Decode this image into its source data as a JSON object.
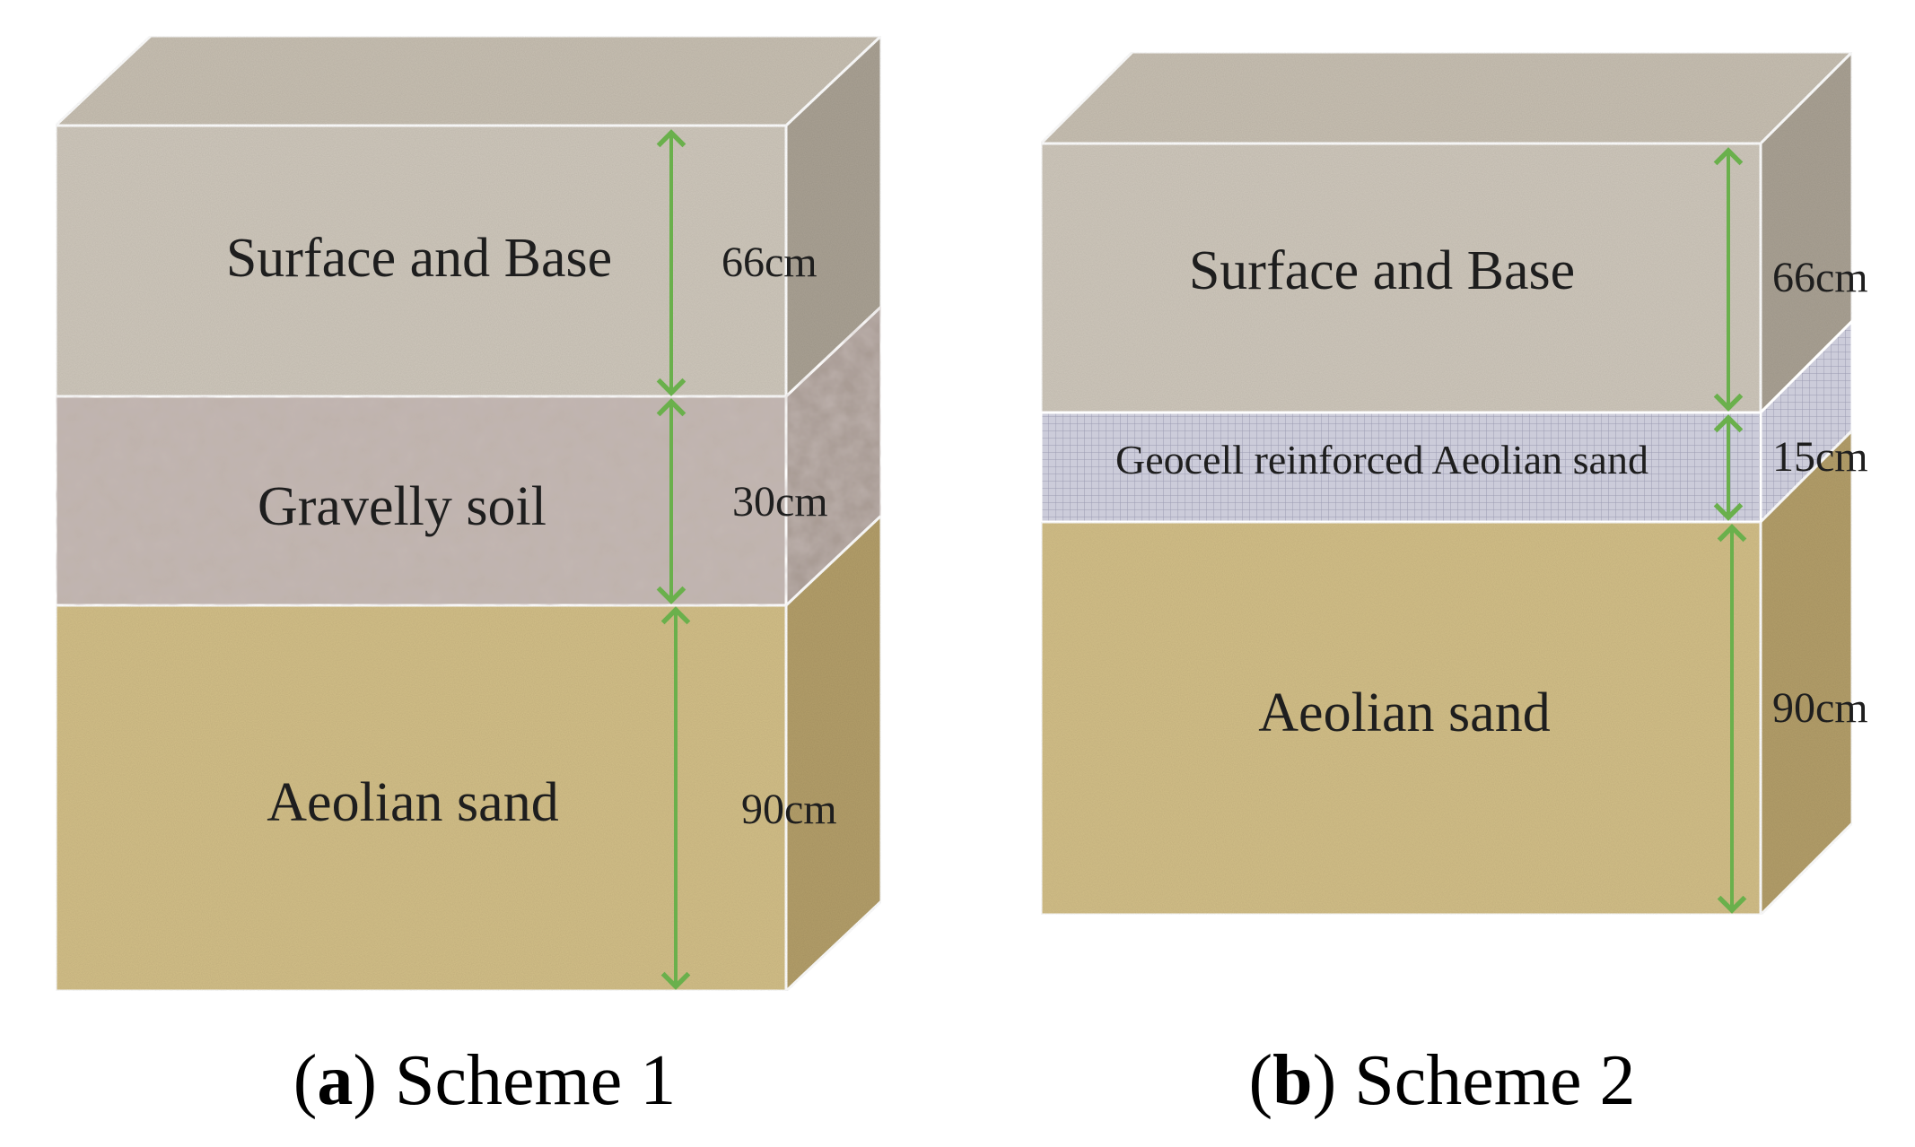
{
  "figure": {
    "panels": [
      {
        "id": "a",
        "caption_letter": "a",
        "caption_text": "Scheme 1",
        "layers": [
          {
            "name": "Surface and Base",
            "thickness_label": "66cm",
            "material": "base"
          },
          {
            "name": "Gravelly soil",
            "thickness_label": "30cm",
            "material": "gravel"
          },
          {
            "name": "Aeolian sand",
            "thickness_label": "90cm",
            "material": "sand"
          }
        ]
      },
      {
        "id": "b",
        "caption_letter": "b",
        "caption_text": "Scheme 2",
        "layers": [
          {
            "name": "Surface and Base",
            "thickness_label": "66cm",
            "material": "base"
          },
          {
            "name": "Geocell reinforced Aeolian sand",
            "thickness_label": "15cm",
            "material": "geocell"
          },
          {
            "name": "Aeolian sand",
            "thickness_label": "90cm",
            "material": "sand"
          }
        ]
      }
    ],
    "colors": {
      "base_front": "#cfc8bc",
      "base_top": "#c8c0b2",
      "base_side": "#aaa294",
      "gravel_front": "#bfb3ad",
      "gravel_side": "#a99c95",
      "geocell_front": "#c9cad8",
      "geocell_side": "#b6b7c9",
      "sand_front": "#d3bf88",
      "sand_side": "#b49f6a",
      "arrow": "#6ab04c",
      "edge": "#ffffff"
    }
  }
}
